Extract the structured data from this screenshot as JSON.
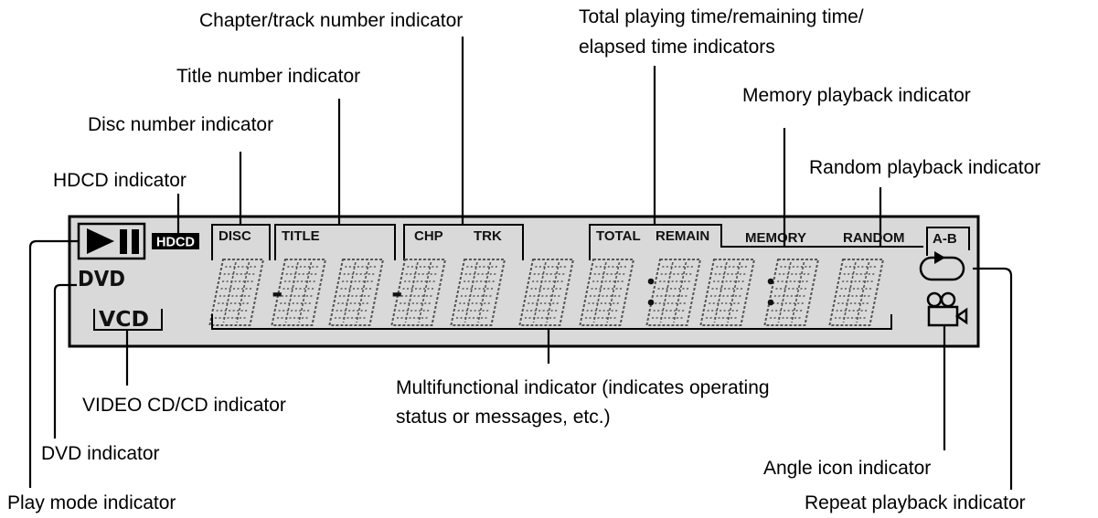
{
  "callouts": {
    "chapter_track": "Chapter/track number indicator",
    "total_time_line1": "Total playing time/remaining time/",
    "total_time_line2": "elapsed time indicators",
    "title_number": "Title number indicator",
    "memory_playback": "Memory playback indicator",
    "disc_number": "Disc number indicator",
    "random_playback": "Random playback indicator",
    "hdcd": "HDCD indicator",
    "multifunctional_line1": "Multifunctional indicator (indicates operating",
    "multifunctional_line2": "status or messages, etc.)",
    "video_cd": "VIDEO CD/CD indicator",
    "dvd": "DVD indicator",
    "angle_icon": "Angle icon indicator",
    "play_mode": "Play mode indicator",
    "repeat_playback": "Repeat playback indicator"
  },
  "display": {
    "hdcd_badge": "HDCD",
    "disc": "DISC",
    "title": "TITLE",
    "chp": "CHP",
    "trk": "TRK",
    "total": "TOTAL",
    "remain": "REMAIN",
    "memory": "MEMORY",
    "random": "RANDOM",
    "ab": "A-B",
    "dvd": "DVD",
    "vcd": "VCD",
    "dash": "-",
    "colon": ":"
  },
  "colors": {
    "panel": "#d9d9d9",
    "panel_border": "#000000",
    "segments": "#555555"
  }
}
